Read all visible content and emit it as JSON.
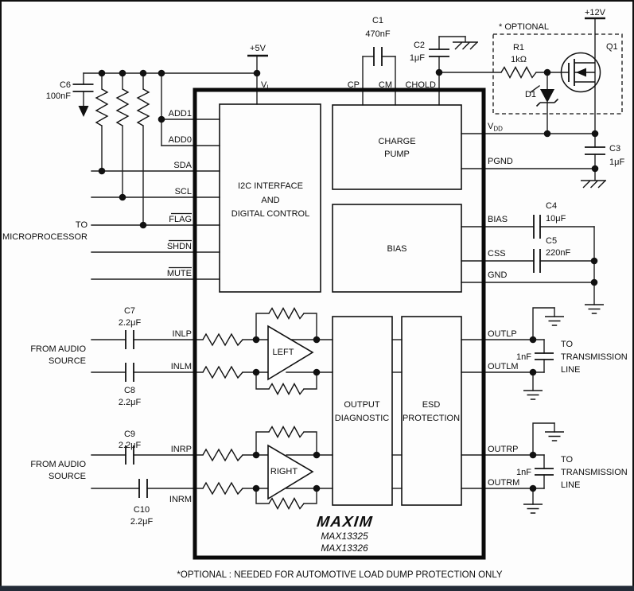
{
  "supplies": {
    "plus5": "+5V",
    "plus12": "+12V"
  },
  "ic": {
    "brand": "MAXIM",
    "parts": [
      "MAX13325",
      "MAX13326"
    ],
    "blocks": {
      "i2c": {
        "line1": "I2C INTERFACE",
        "line2": "AND",
        "line3": "DIGITAL CONTROL"
      },
      "charge_pump": {
        "line1": "CHARGE",
        "line2": "PUMP"
      },
      "bias": {
        "label": "BIAS"
      },
      "output_diagnostic": {
        "line1": "OUTPUT",
        "line2": "DIAGNOSTIC"
      },
      "esd": {
        "line1": "ESD",
        "line2": "PROTECTION"
      },
      "amp_left": {
        "label": "LEFT"
      },
      "amp_right": {
        "label": "RIGHT"
      }
    },
    "pins": {
      "vl": {
        "main": "V",
        "sub": "L"
      },
      "cp": "CP",
      "cm": "CM",
      "chold": "CHOLD",
      "add1": "ADD1",
      "add0": "ADD0",
      "sda": "SDA",
      "scl": "SCL",
      "flag": "FLAG",
      "shdn": "SHDN",
      "mute": "MUTE",
      "vdd": {
        "main": "V",
        "sub": "DD"
      },
      "pgnd": "PGND",
      "bias": "BIAS",
      "css": "CSS",
      "gnd": "GND",
      "inlp": "INLP",
      "inlm": "INLM",
      "inrp": "INRP",
      "inrm": "INRM",
      "outlp": "OUTLP",
      "outlm": "OUTLM",
      "outrp": "OUTRP",
      "outrm": "OUTRM"
    }
  },
  "components": {
    "c1": {
      "ref": "C1",
      "value": "470nF"
    },
    "c2": {
      "ref": "C2",
      "value": "1μF"
    },
    "c3": {
      "ref": "C3",
      "value": "1μF"
    },
    "c4": {
      "ref": "C4",
      "value": "10μF"
    },
    "c5": {
      "ref": "C5",
      "value": "220nF"
    },
    "c6": {
      "ref": "C6",
      "value": "100nF"
    },
    "c7": {
      "ref": "C7",
      "value": "2.2μF"
    },
    "c8": {
      "ref": "C8",
      "value": "2.2μF"
    },
    "c9": {
      "ref": "C9",
      "value": "2.2μF"
    },
    "c10": {
      "ref": "C10",
      "value": "2.2μF"
    },
    "r1": {
      "ref": "R1",
      "value": "1kΩ"
    },
    "d1": {
      "ref": "D1"
    },
    "q1": {
      "ref": "Q1"
    },
    "cline_left": {
      "value": "1nF"
    },
    "cline_right": {
      "value": "1nF"
    }
  },
  "annotations": {
    "optional": "* OPTIONAL",
    "footnote": "*OPTIONAL : NEEDED FOR AUTOMOTIVE LOAD DUMP PROTECTION ONLY",
    "to_microprocessor": {
      "line1": "TO",
      "line2": "MICROPROCESSOR"
    },
    "audio_left": {
      "line1": "FROM AUDIO",
      "line2": "SOURCE"
    },
    "audio_right": {
      "line1": "FROM AUDIO",
      "line2": "SOURCE"
    },
    "tline_left": {
      "line1": "TO",
      "line2": "TRANSMISSION",
      "line3": "LINE"
    },
    "tline_right": {
      "line1": "TO",
      "line2": "TRANSMISSION",
      "line3": "LINE"
    }
  },
  "colors": {
    "footer_bar": "#232b37",
    "wire": "#1c1c1c",
    "ink": "#0d0d0d"
  }
}
